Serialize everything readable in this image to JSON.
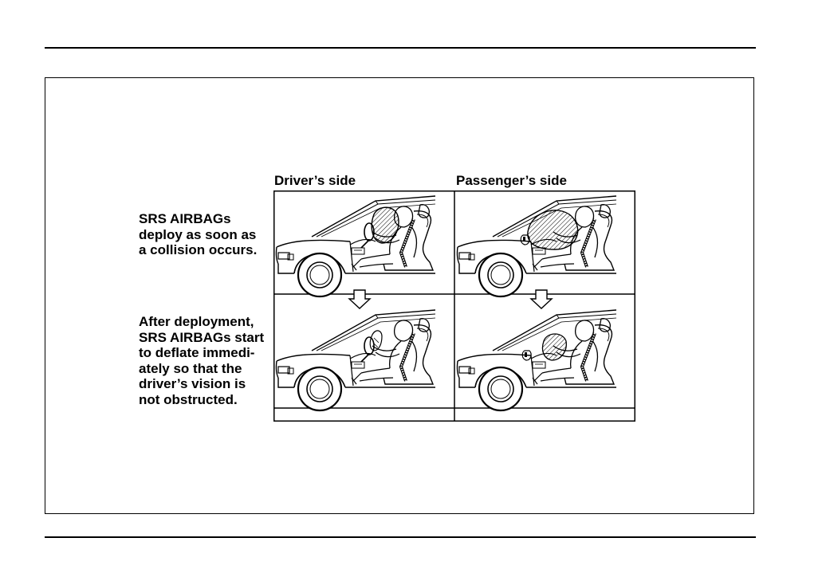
{
  "figure": {
    "column_labels": {
      "driver": "Driver’s side",
      "passenger": "Passenger’s side"
    },
    "captions": [
      {
        "lines": [
          "SRS AIRBAGs",
          "deploy as soon as",
          "a collision occurs."
        ]
      },
      {
        "lines": [
          "After deployment,",
          "SRS AIRBAGs start",
          "to deflate immedi-",
          "ately so that the",
          "driver’s vision is",
          "not obstructed."
        ]
      }
    ],
    "panels": [
      {
        "side": "driver",
        "stage": "deployed"
      },
      {
        "side": "passenger",
        "stage": "deployed"
      },
      {
        "side": "driver",
        "stage": "deflated"
      },
      {
        "side": "passenger",
        "stage": "deflated"
      }
    ],
    "line_color": "#000000",
    "background_color": "#ffffff"
  }
}
